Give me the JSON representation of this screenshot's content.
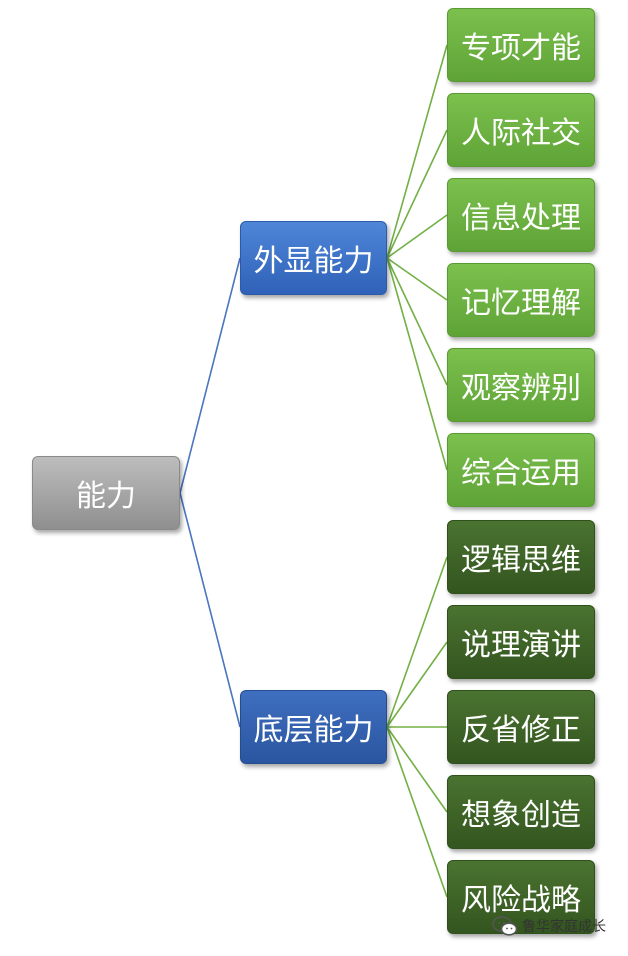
{
  "root": {
    "label": "能力"
  },
  "branches": [
    {
      "label": "外显能力",
      "leaves": [
        "专项才能",
        "人际社交",
        "信息处理",
        "记忆理解",
        "观察辨别",
        "综合运用"
      ]
    },
    {
      "label": "底层能力",
      "leaves": [
        "逻辑思维",
        "说理演讲",
        "反省修正",
        "想象创造",
        "风险战略"
      ]
    }
  ],
  "watermark": {
    "text": "鲁华家庭成长",
    "icon": "wechat-icon"
  },
  "colors": {
    "root": "#a6a6a6",
    "branch": "#3466b8",
    "leaf_light": "#6db041",
    "leaf_dark": "#3d6127",
    "connector_blue": "#4a76c0",
    "connector_green": "#72b045"
  }
}
